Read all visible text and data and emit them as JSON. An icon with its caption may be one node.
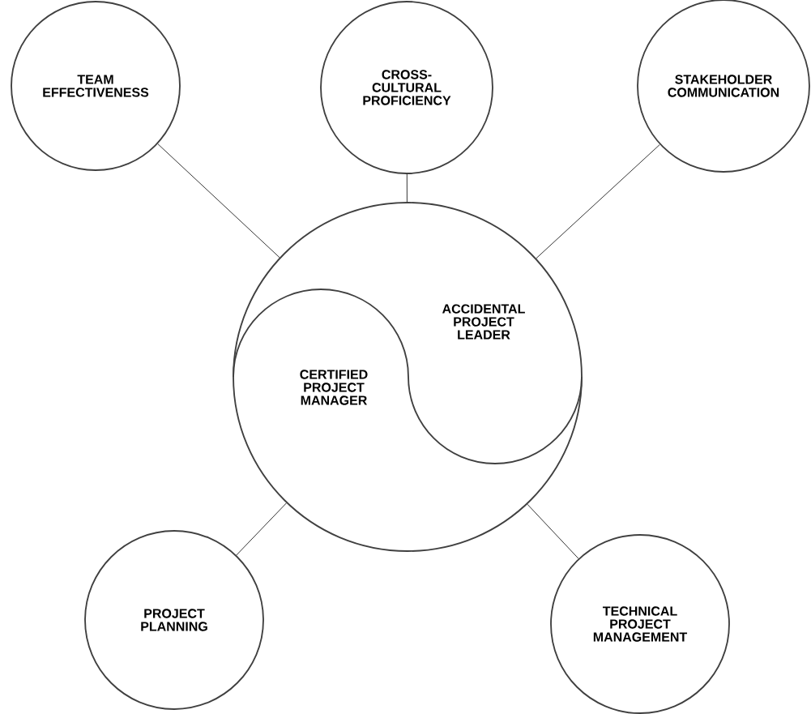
{
  "diagram": {
    "nodes": [
      {
        "text": [
          "TEAM EFFECTIVENESS"
        ]
      },
      {
        "text": [
          "CROSS-CULTURAL PROFICIENCY"
        ]
      },
      {
        "text": [
          "STAKEHOLDER COMMUNICATION"
        ]
      },
      {
        "text": [],
        "shape": "circle"
      },
      {
        "text": [
          "ACCIDENTAL PROJECT LEADER"
        ],
        "in": 3
      },
      {
        "text": [
          "CERTIFIED PROJECT MANAGER"
        ],
        "in": 3
      },
      {
        "text": [
          "PROJECT PLANNING"
        ]
      },
      {
        "text": [
          "TECHNICAL PROJECT MANAGEMENT"
        ]
      }
    ],
    "edges": [
      {
        "from": 0,
        "to": 3,
        "arrow": "none"
      },
      {
        "from": 1,
        "to": 3,
        "arrow": "none"
      },
      {
        "from": 2,
        "to": 3,
        "arrow": "none"
      },
      {
        "from": 6,
        "to": 3,
        "arrow": "none"
      },
      {
        "from": 7,
        "to": 3,
        "arrow": "none"
      }
    ]
  }
}
